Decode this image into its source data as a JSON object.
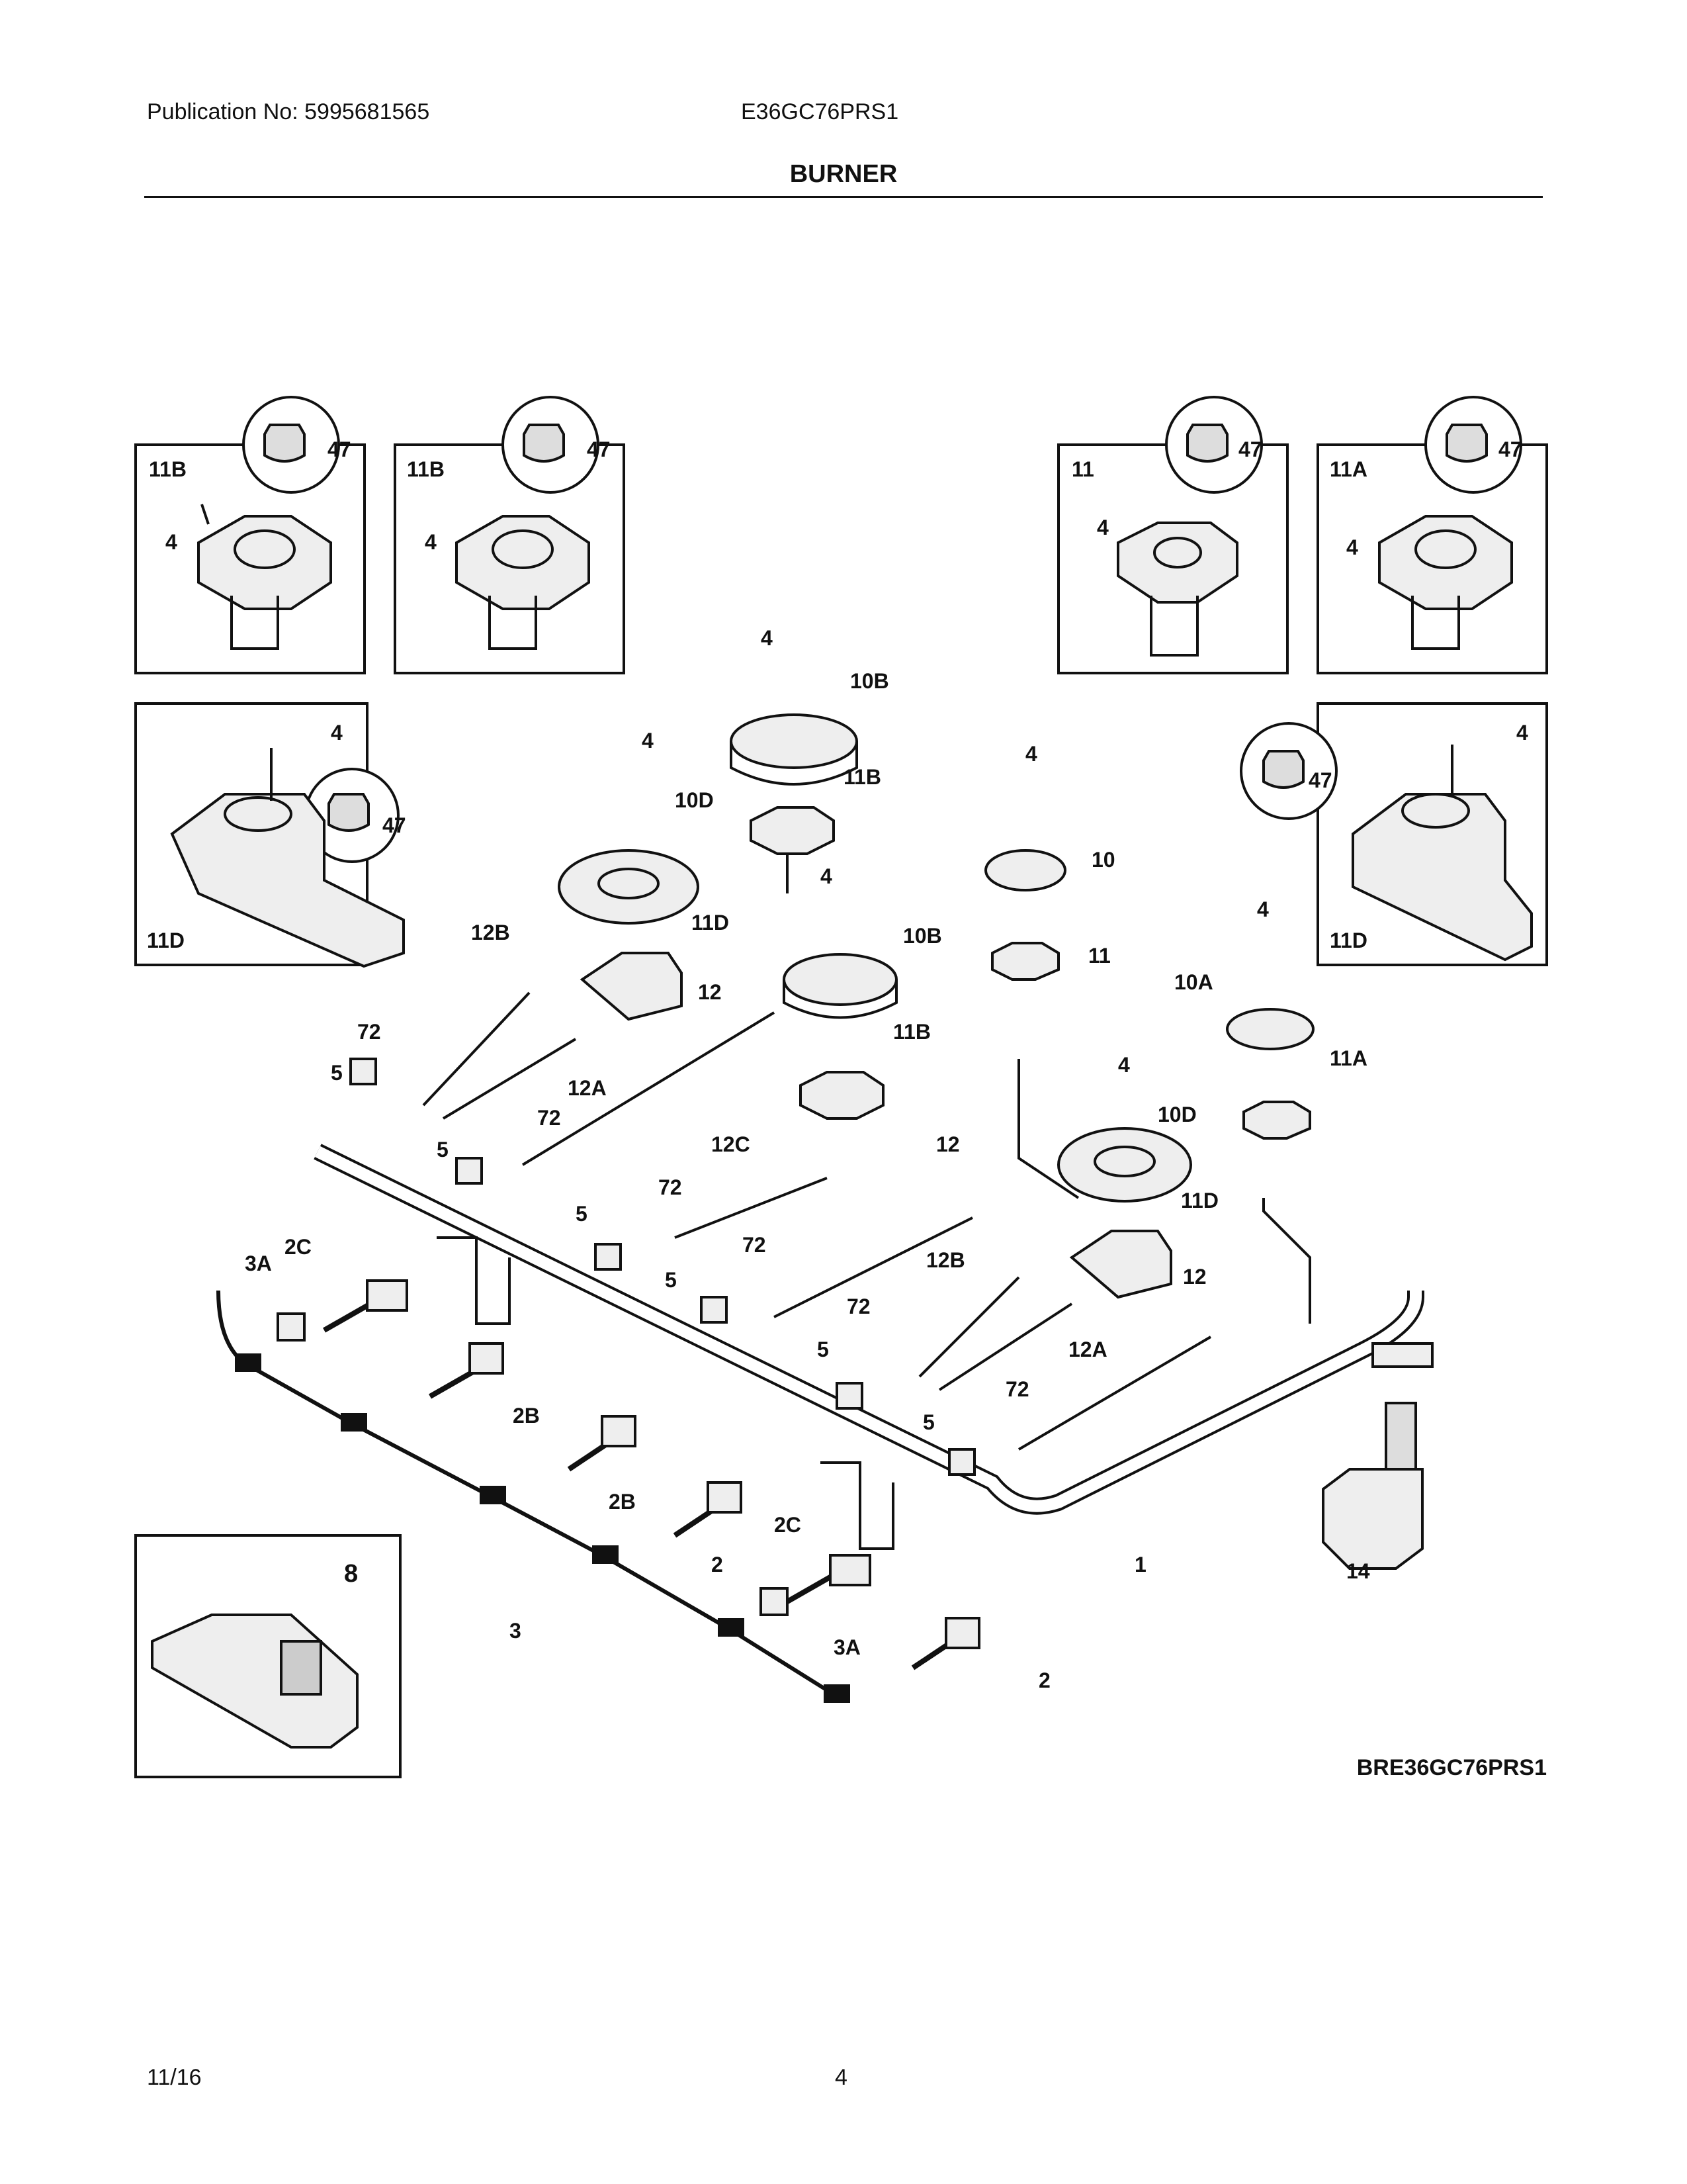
{
  "header": {
    "publication": "Publication No: 5995681565",
    "model": "E36GC76PRS1",
    "title": "BURNER"
  },
  "footer": {
    "date": "11/16",
    "page": "4"
  },
  "diagram_code": "BRE36GC76PRS1",
  "insets": {
    "top_left_1": "11B",
    "top_left_2": "11B",
    "top_right_1": "11",
    "top_right_2": "11A",
    "mid_left": "11D",
    "mid_right": "11D",
    "bottom_left": "8"
  },
  "callouts": {
    "c47": "47",
    "c4": "4",
    "c10": "10",
    "c10A": "10A",
    "c10B": "10B",
    "c10D": "10D",
    "c11": "11",
    "c11A": "11A",
    "c11B": "11B",
    "c11D": "11D",
    "c12": "12",
    "c12A": "12A",
    "c12B": "12B",
    "c12C": "12C",
    "c72": "72",
    "c5": "5",
    "c1": "1",
    "c2": "2",
    "c2B": "2B",
    "c2C": "2C",
    "c3": "3",
    "c3A": "3A",
    "c14": "14"
  }
}
